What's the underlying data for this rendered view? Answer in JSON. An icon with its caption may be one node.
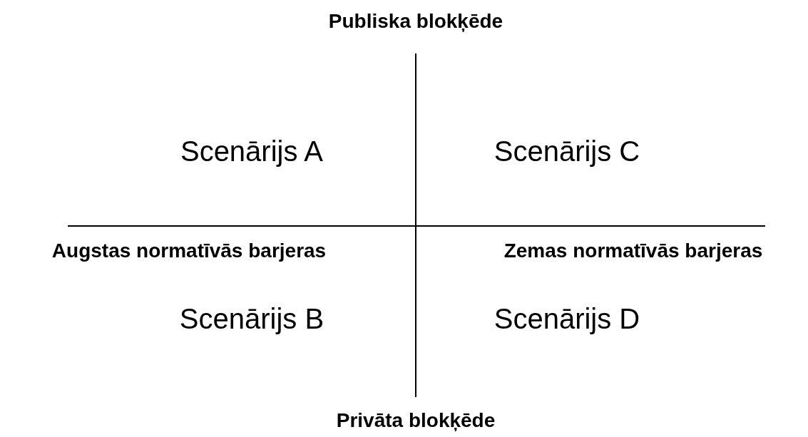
{
  "diagram": {
    "labels": [
      "Publiska blokķēde",
      "Scenārijs A",
      "Scenārijs C",
      "Augstas normatīvās barjeras",
      "Zemas normatīvās barjeras",
      "Scenārijs B",
      "Scenārijs D",
      "Privāta blokķēde"
    ]
  }
}
